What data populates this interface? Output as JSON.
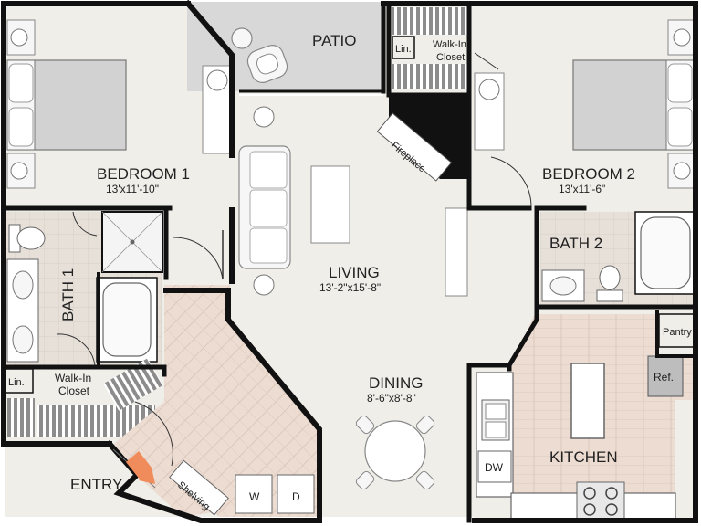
{
  "plan": {
    "colors": {
      "wall": "#111111",
      "floor": "#efeee9",
      "tile": "#e3ddd6",
      "wood": "#ead9cf",
      "patio": "#d7d7d7",
      "furniture": "#f6f6f6",
      "furniture_stroke": "#888888",
      "bed": "#cfcfcf",
      "entry_marker": "#f08b5b"
    },
    "icons": [
      "door-swing-icon",
      "toilet-icon",
      "sink-icon",
      "bathtub-icon",
      "shower-icon",
      "range-icon",
      "entry-arrow-icon",
      "plant-icon"
    ],
    "rooms": {
      "bedroom1": {
        "name": "BEDROOM 1",
        "dims": "13'x11'-10\""
      },
      "bedroom2": {
        "name": "BEDROOM 2",
        "dims": "13'x11'-6\""
      },
      "living": {
        "name": "LIVING",
        "dims": "13'-2\"x15'-8\""
      },
      "dining": {
        "name": "DINING",
        "dims": "8'-6\"x8'-8\""
      },
      "patio": {
        "name": "PATIO"
      },
      "bath1": {
        "name": "BATH 1"
      },
      "bath2": {
        "name": "BATH 2"
      },
      "kitchen": {
        "name": "KITCHEN"
      },
      "entry": {
        "name": "ENTRY"
      }
    },
    "labels": {
      "walkin_closet_top": [
        "Walk-In",
        "Closet"
      ],
      "walkin_closet_bottom": [
        "Walk-In",
        "Closet"
      ],
      "linen_top": "Lin.",
      "linen_bottom": "Lin.",
      "fireplace": "Fireplace",
      "pantry": "Pantry",
      "refrigerator": "Ref.",
      "dishwasher": "DW",
      "washer": "W",
      "dryer": "D",
      "shelving": "Shelving"
    }
  }
}
